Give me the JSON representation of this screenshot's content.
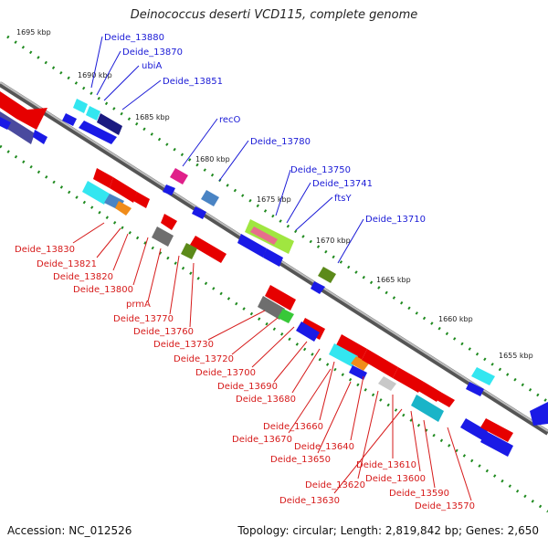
{
  "title": "Deinococcus deserti VCD115, complete genome",
  "accession": "Accession: NC_012526",
  "summary": "Topology: circular; Length: 2,819,842 bp; Genes: 2,650",
  "colors": {
    "backbone": "#8c8c8c",
    "tick": "#1f8a1f",
    "forward_label": "#1a1ad6",
    "reverse_label": "#d61a1a",
    "blue": "#1a1ae6",
    "navy": "#1a1a80",
    "red": "#e60000",
    "cyan": "#33e6f0",
    "steel": "#4a84c4",
    "magenta": "#e0208a",
    "orange": "#f08c1a",
    "olive": "#5c8a1a",
    "gray": "#6e6e6e",
    "lightgray": "#c8c8c8",
    "teal": "#1ab4c8",
    "slate": "#4a4a9e",
    "lime": "#a0e640",
    "pink": "#e66e8c",
    "green": "#38c838"
  },
  "kbp_ticks": [
    "1695 kbp",
    "1690 kbp",
    "1685 kbp",
    "1680 kbp",
    "1675 kbp",
    "1670 kbp",
    "1665 kbp",
    "1660 kbp",
    "1655 kbp"
  ],
  "forward_labels": [
    "Deide_13880",
    "Deide_13870",
    "ubiA",
    "Deide_13851",
    "recO",
    "Deide_13780",
    "Deide_13750",
    "Deide_13741",
    "ftsY",
    "Deide_13710"
  ],
  "reverse_labels": [
    "Deide_13830",
    "Deide_13821",
    "Deide_13820",
    "Deide_13800",
    "prmA",
    "Deide_13770",
    "Deide_13760",
    "Deide_13730",
    "Deide_13720",
    "Deide_13700",
    "Deide_13690",
    "Deide_13680",
    "Deide_13660",
    "Deide_13670",
    "Deide_13640",
    "Deide_13650",
    "Deide_13610",
    "Deide_13620",
    "Deide_13600",
    "Deide_13630",
    "Deide_13590",
    "Deide_13570"
  ]
}
